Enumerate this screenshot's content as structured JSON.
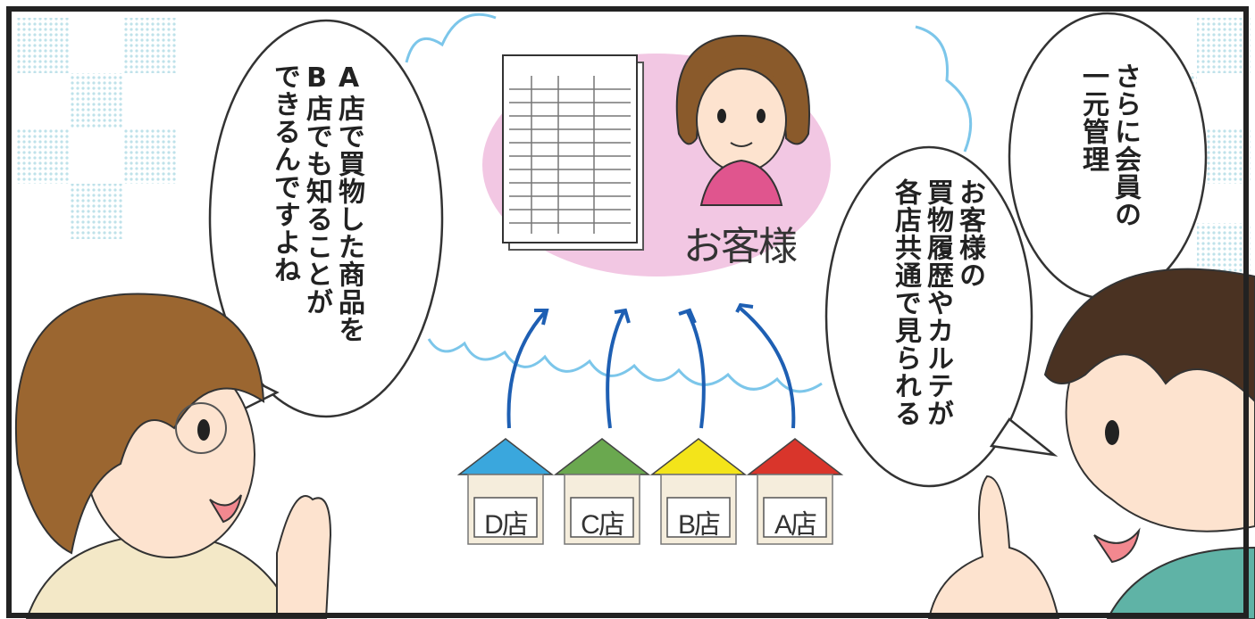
{
  "speech_left": "A店で買物した商品を\nB店でも知ることが\nできるんですよね",
  "speech_right_top": "さらに会員の\n一元管理",
  "speech_right_mid": "お客様の\n買物履歴やカルテが\n各店共通で見られる",
  "customer_label": "お客様",
  "stores": [
    {
      "label": "D店",
      "roof_color": "#3aa7dd"
    },
    {
      "label": "C店",
      "roof_color": "#6aa84f"
    },
    {
      "label": "B店",
      "roof_color": "#f3e41a"
    },
    {
      "label": "A店",
      "roof_color": "#d9352b"
    }
  ],
  "colors": {
    "arrow": "#1e5fb3",
    "cloud": "#7cc6ea",
    "highlight": "#f2c7e3",
    "checker": "#cfe8ee"
  }
}
